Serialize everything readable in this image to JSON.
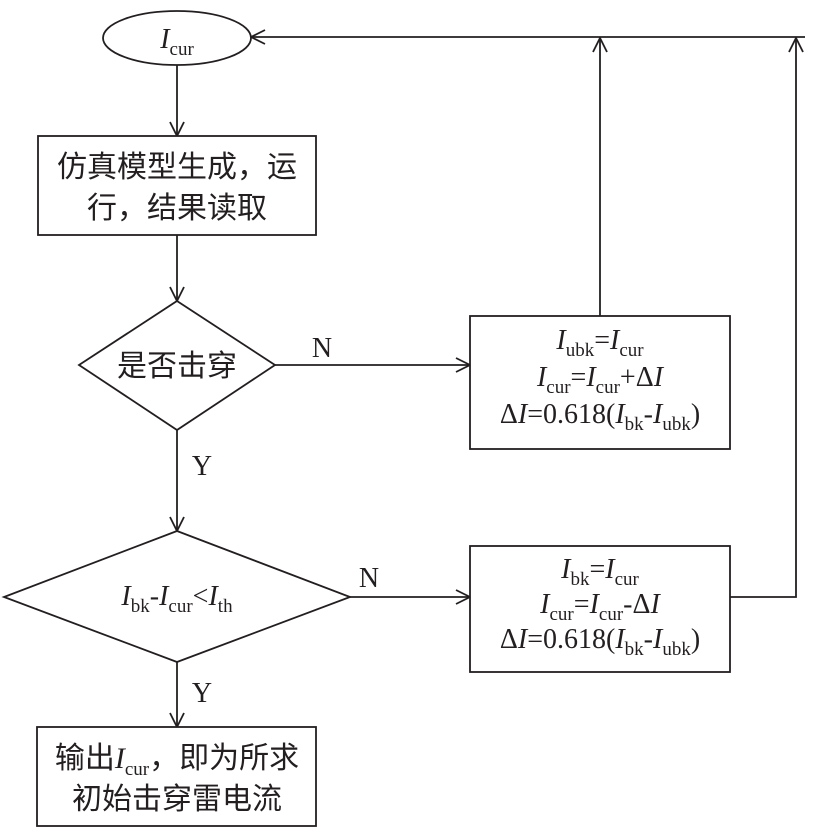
{
  "start": {
    "var": "I",
    "sub": "cur"
  },
  "process_box": {
    "line1": "仿真模型生成，运",
    "line2": "行，结果读取"
  },
  "decision1": {
    "label": "是否击穿"
  },
  "decision2": {
    "t1": "I",
    "s1": "bk",
    "op1": "-",
    "t2": "I",
    "s2": "cur",
    "op2": "<",
    "t3": "I",
    "s3": "th"
  },
  "box_n1": {
    "l1": {
      "a": "I",
      "as": "ubk",
      "eq": "=",
      "b": "I",
      "bs": "cur"
    },
    "l2": {
      "a": "I",
      "as": "cur",
      "eq": "=",
      "b": "I",
      "bs": "cur",
      "op": "+Δ",
      "c": "I"
    },
    "l3": {
      "pre": "Δ",
      "a": "I",
      "mid": "=0.618(",
      "b": "I",
      "bs": "bk",
      "op": "-",
      "c": "I",
      "cs": "ubk",
      "post": ")"
    }
  },
  "box_n2": {
    "l1": {
      "a": "I",
      "as": "bk",
      "eq": "=",
      "b": "I",
      "bs": "cur"
    },
    "l2": {
      "a": "I",
      "as": "cur",
      "eq": "=",
      "b": "I",
      "bs": "cur",
      "op": "-Δ",
      "c": "I"
    },
    "l3": {
      "pre": "Δ",
      "a": "I",
      "mid": "=0.618(",
      "b": "I",
      "bs": "bk",
      "op": "-",
      "c": "I",
      "cs": "ubk",
      "post": ")"
    }
  },
  "output_box": {
    "pre": "输出",
    "var": "I",
    "sub": "cur",
    "post": "，即为所求",
    "line2": "初始击穿雷电流"
  },
  "edges": {
    "n1": "N",
    "y1": "Y",
    "n2": "N",
    "y2": "Y"
  }
}
